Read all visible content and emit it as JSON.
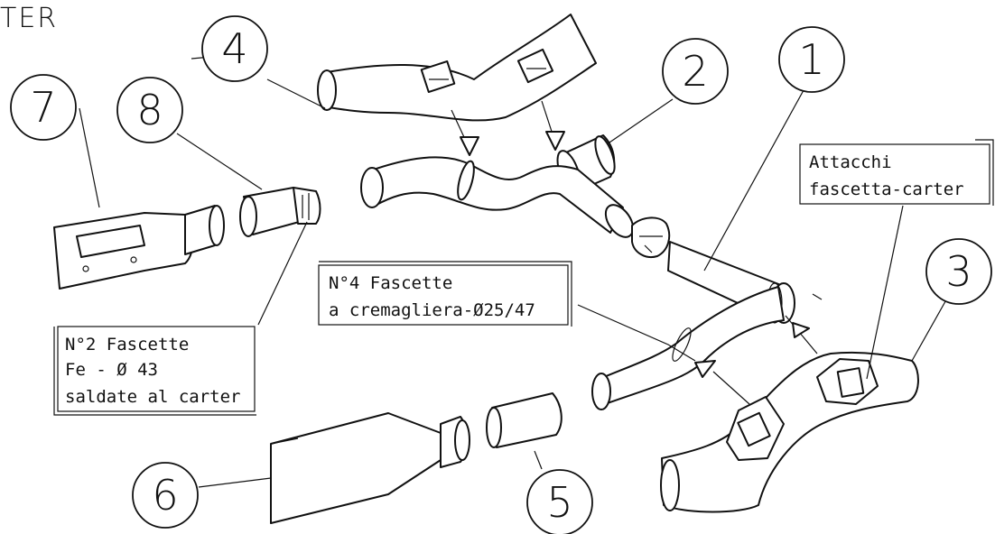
{
  "title_fragment": "TER",
  "callouts": [
    "1",
    "2",
    "3",
    "4",
    "5",
    "6",
    "7",
    "8"
  ],
  "notes": {
    "n1_line1": "Attacchi",
    "n1_line2": "fascetta-carter",
    "n2_line1": "N°4 Fascette",
    "n2_line2": "a cremagliera-Ø25/47",
    "n3_line1": "N°2 Fascette",
    "n3_line2": "Fe - Ø 43",
    "n3_line3": "saldate al carter"
  }
}
